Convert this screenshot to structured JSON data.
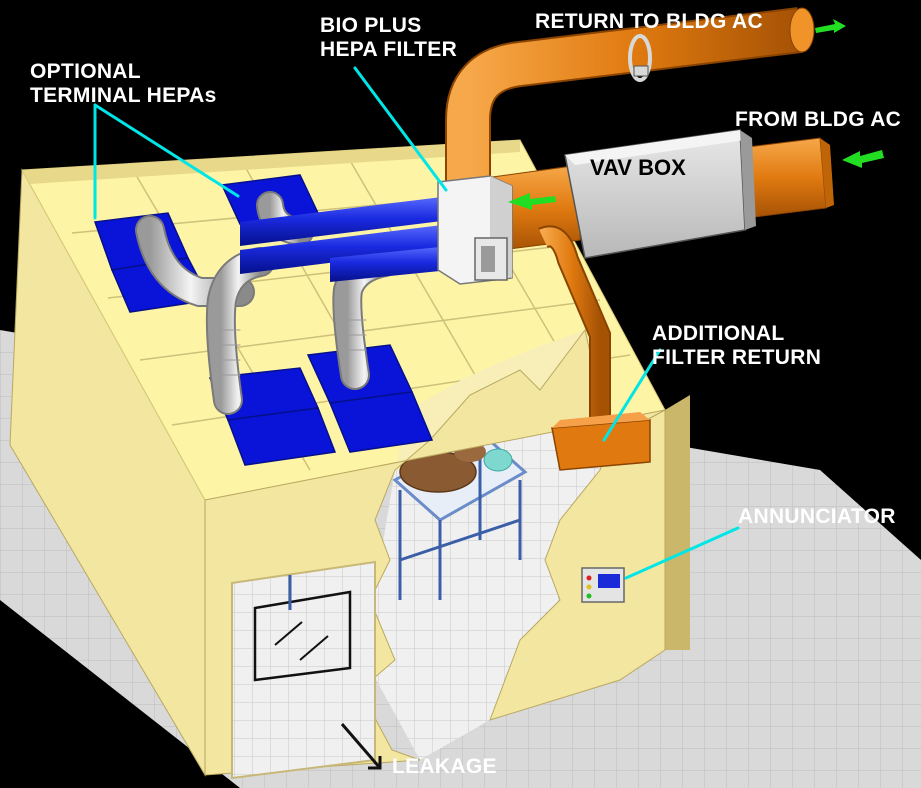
{
  "labels": {
    "optional_hepas": [
      "OPTIONAL",
      "TERMINAL HEPAs"
    ],
    "bio_plus": [
      "BIO PLUS",
      "HEPA FILTER"
    ],
    "return_to_bldg": "RETURN TO BLDG AC",
    "from_bldg": "FROM BLDG AC",
    "vav_box": "VAV BOX",
    "additional_return": [
      "ADDITIONAL",
      "FILTER RETURN"
    ],
    "annunciator": "ANNUNCIATOR",
    "leakage": "LEAKAGE"
  },
  "colors": {
    "background": "#000000",
    "floor": "#d9d9d9",
    "wall": "#f2e6a0",
    "ceiling": "#fdf4a6",
    "hepa": "#0a14d8",
    "duct": "#e07a10",
    "callout": "#00e6e6",
    "arrow": "#22dd22",
    "label": "#ffffff"
  }
}
